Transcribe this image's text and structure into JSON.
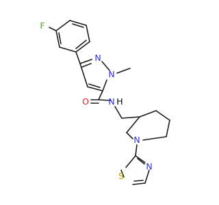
{
  "molecule": {
    "atoms": {
      "fluorine": "F",
      "pyrazole_n2": "N",
      "pyrazole_n1": "N",
      "amide_oxygen": "O",
      "amide_nitrogen": "N",
      "amide_hydrogen": "H",
      "piperidine_nitrogen": "N",
      "thiazole_nitrogen": "N",
      "thiazole_sulfur": "S"
    },
    "colors": {
      "bond": "#1a1a1a",
      "carbon_text": "#000000",
      "nitrogen": "#2f2fdf",
      "oxygen": "#e02020",
      "fluorine": "#5aa02e",
      "sulfur": "#b8a000"
    }
  }
}
